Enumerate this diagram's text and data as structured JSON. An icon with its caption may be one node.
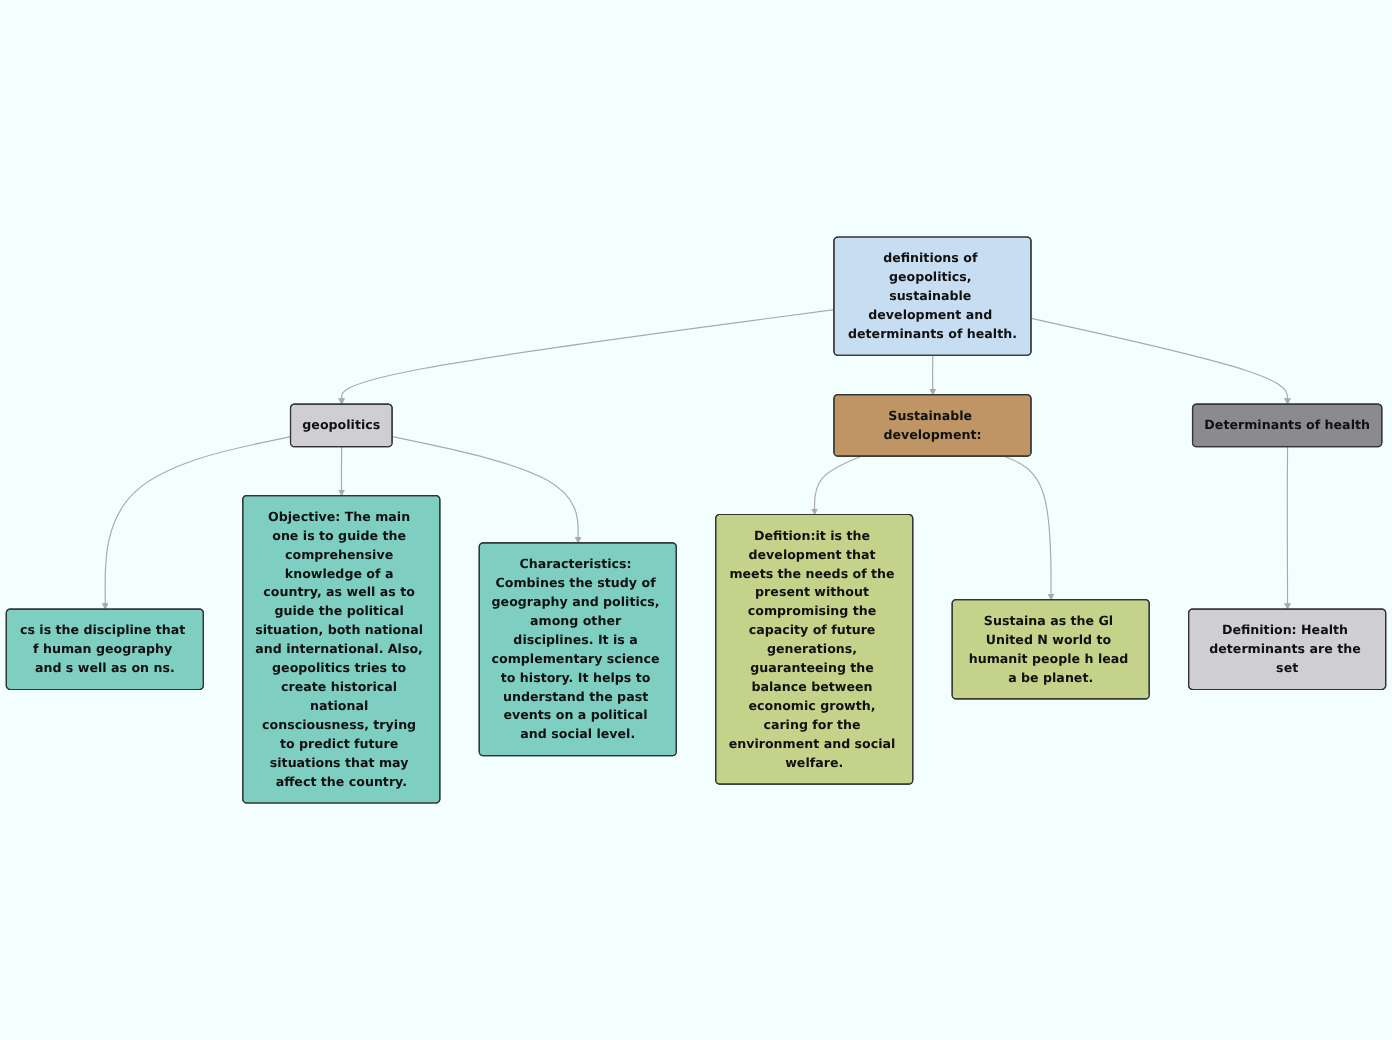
{
  "diagram": {
    "nodes": [
      {
        "text": [
          "definitions of geopolitics, sustainable development and determinants of health."
        ]
      },
      {
        "text": [
          "geopolitics"
        ]
      },
      {
        "text": [
          "cs is the discipline that f human geography and s well as on ns."
        ]
      },
      {
        "text": [
          "Objective: The main one is to guide the comprehensive knowledge of a country, as well as to guide the political situation, both national and international. Also, geopolitics tries to create historical national consciousness, trying to predict future situations that may affect the country."
        ]
      },
      {
        "text": [
          "Characteristics: Combines the study of geography and politics, among other disciplines. It is a complementary science to history. It helps to understand the past events on a political and social level."
        ]
      },
      {
        "text": [
          "Sustainable development:"
        ]
      },
      {
        "text": [
          "Defition:it is the development that meets the needs of the present without compromising the capacity of future generations, guaranteeing the balance between economic growth, caring for the environment and social welfare."
        ]
      },
      {
        "text": [
          "Sustaina as the Gl United N world to humanit people h lead a be planet."
        ]
      },
      {
        "text": [
          "Determinants of health"
        ]
      },
      {
        "text": [
          "Definition: Health determinants are the set"
        ]
      }
    ],
    "edges": [
      {
        "from": 0,
        "to": 1,
        "arrow": "to"
      },
      {
        "from": 0,
        "to": 5,
        "arrow": "to"
      },
      {
        "from": 0,
        "to": 8,
        "arrow": "to"
      },
      {
        "from": 1,
        "to": 2,
        "arrow": "to"
      },
      {
        "from": 1,
        "to": 3,
        "arrow": "to"
      },
      {
        "from": 1,
        "to": 4,
        "arrow": "to"
      },
      {
        "from": 5,
        "to": 6,
        "arrow": "to"
      },
      {
        "from": 5,
        "to": 7,
        "arrow": "to"
      },
      {
        "from": 8,
        "to": 9,
        "arrow": "to"
      }
    ]
  }
}
